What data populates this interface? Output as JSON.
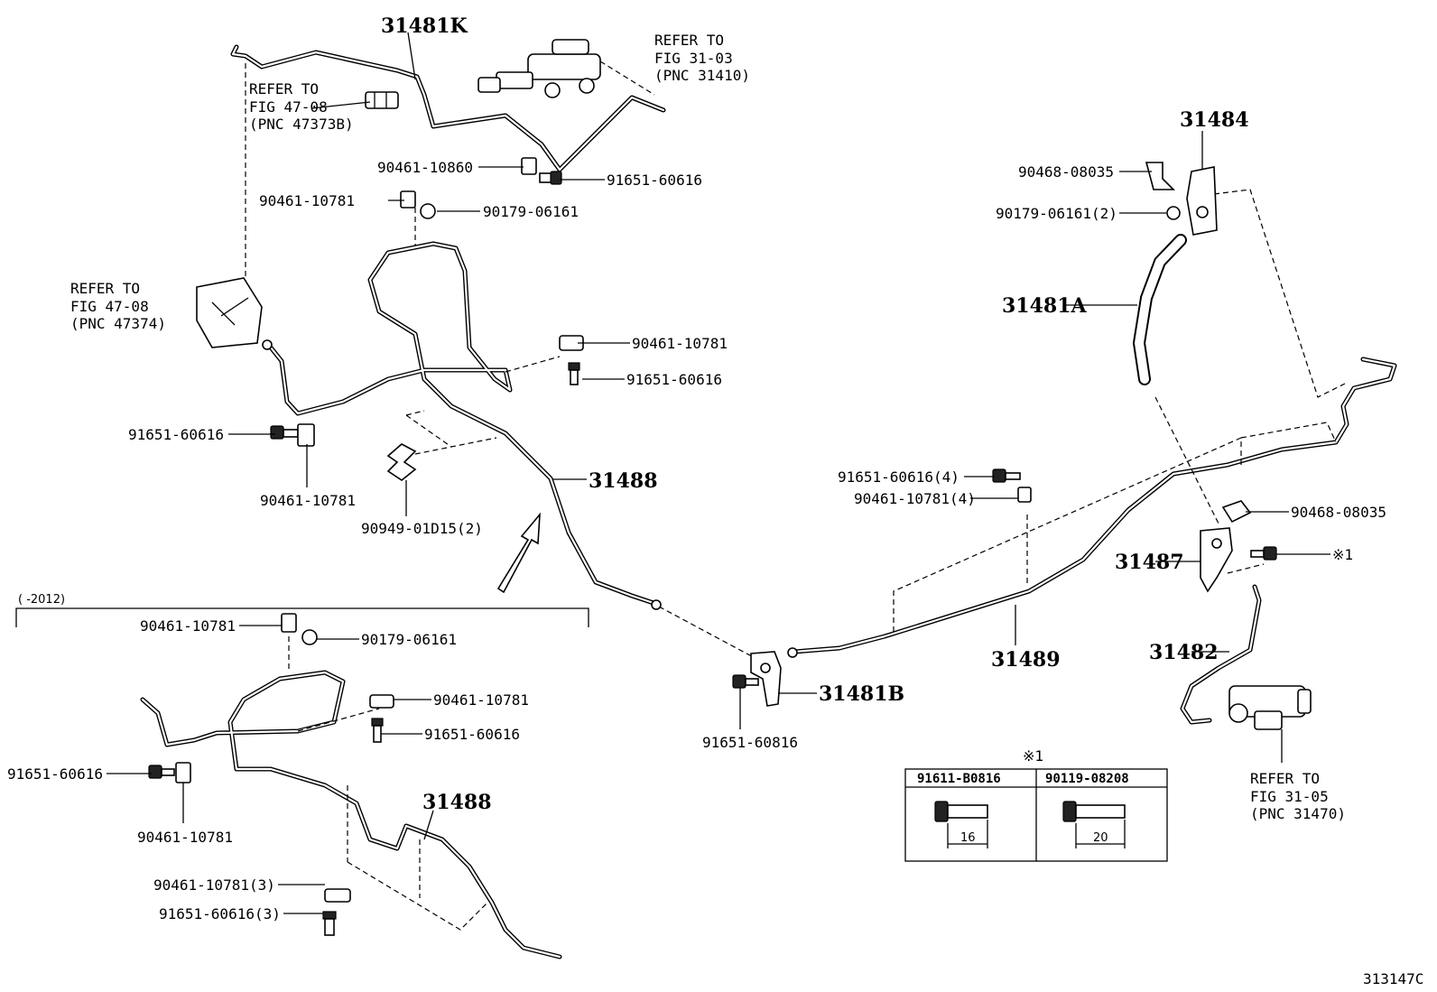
{
  "labels": {
    "pn_31481K": "31481K",
    "pn_31484": "31484",
    "pn_31481A": "31481A",
    "pn_31488_main": "31488",
    "pn_31488_alt": "31488",
    "pn_31489": "31489",
    "pn_31481B": "31481B",
    "pn_31487": "31487",
    "pn_31482": "31482",
    "refer_3103": [
      "REFER TO",
      "FIG 31-03",
      "(PNC 31410)"
    ],
    "refer_4708_b": [
      "REFER TO",
      "FIG 47-08",
      "(PNC 47373B)"
    ],
    "refer_4708": [
      "REFER TO",
      "FIG 47-08",
      "(PNC 47374)"
    ],
    "refer_3105": [
      "REFER TO",
      "FIG 31-05",
      "(PNC 31470)"
    ],
    "p_90461_10860": "90461-10860",
    "p_91651_60616_a": "91651-60616",
    "p_90461_10781_a": "90461-10781",
    "p_90179_06161_a": "90179-06161",
    "p_90461_10781_b": "90461-10781",
    "p_91651_60616_b": "91651-60616",
    "p_91651_60616_c": "91651-60616",
    "p_90461_10781_c": "90461-10781",
    "p_90949_01D15": "90949-01D15(2)",
    "p_90468_08035_a": "90468-08035",
    "p_90179_06161_2": "90179-06161(2)",
    "p_91651_60616_4": "91651-60616(4)",
    "p_90461_10781_4": "90461-10781(4)",
    "p_90468_08035_b": "90468-08035",
    "p_note1": "※1",
    "p_91651_60816": "91651-60816",
    "alt_range": "(   -2012)",
    "alt_90461_10781_a": "90461-10781",
    "alt_90179_06161": "90179-06161",
    "alt_90461_10781_b": "90461-10781",
    "alt_91651_60616_b": "91651-60616",
    "alt_91651_60616_a": "91651-60616",
    "alt_90461_10781_c": "90461-10781",
    "alt_90461_10781_3": "90461-10781(3)",
    "alt_91651_60616_3": "91651-60616(3)",
    "footnote_mark": "※1",
    "figure_code": "313147C"
  },
  "bolt_table": {
    "columns": [
      "91611-B0816",
      "90119-08208"
    ],
    "lengths": [
      "16",
      "20"
    ]
  }
}
